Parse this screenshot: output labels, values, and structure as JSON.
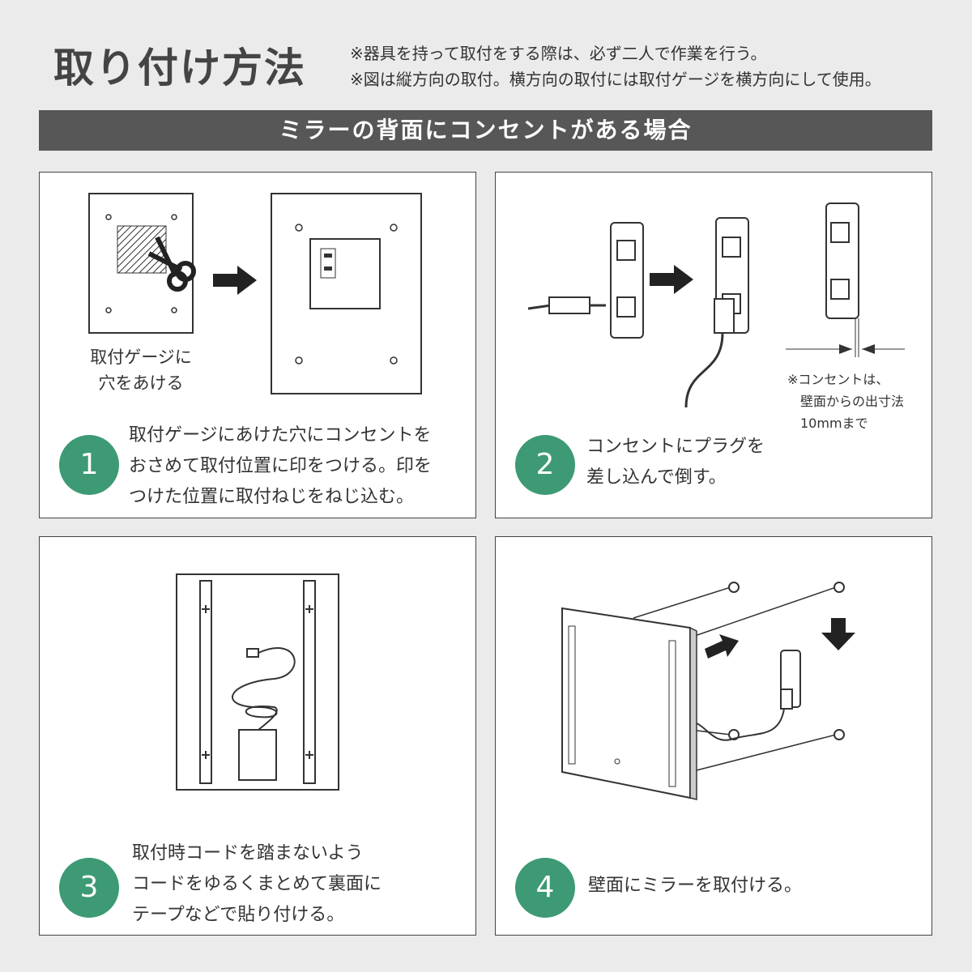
{
  "header": {
    "title": "取り付け方法",
    "notes": [
      "※器具を持って取付をする際は、必ず二人で作業を行う。",
      "※図は縦方向の取付。横方向の取付には取付ゲージを横方向にして使用。"
    ]
  },
  "section_title": "ミラーの背面にコンセントがある場合",
  "accent_color": "#3d9a74",
  "steps": [
    {
      "number": "1",
      "gauge_caption": "取付ゲージに\n穴をあける",
      "text": "取付ゲージにあけた穴にコンセントを\nおさめて取付位置に印をつける。印を\nつけた位置に取付ねじをねじ込む。"
    },
    {
      "number": "2",
      "note": "※コンセントは、\n　壁面からの出寸法\n　10mmまで",
      "text": "コンセントにプラグを\n差し込んで倒す。"
    },
    {
      "number": "3",
      "text": "取付時コードを踏まないよう\nコードをゆるくまとめて裏面に\nテープなどで貼り付ける。"
    },
    {
      "number": "4",
      "text": "壁面にミラーを取付ける。"
    }
  ]
}
